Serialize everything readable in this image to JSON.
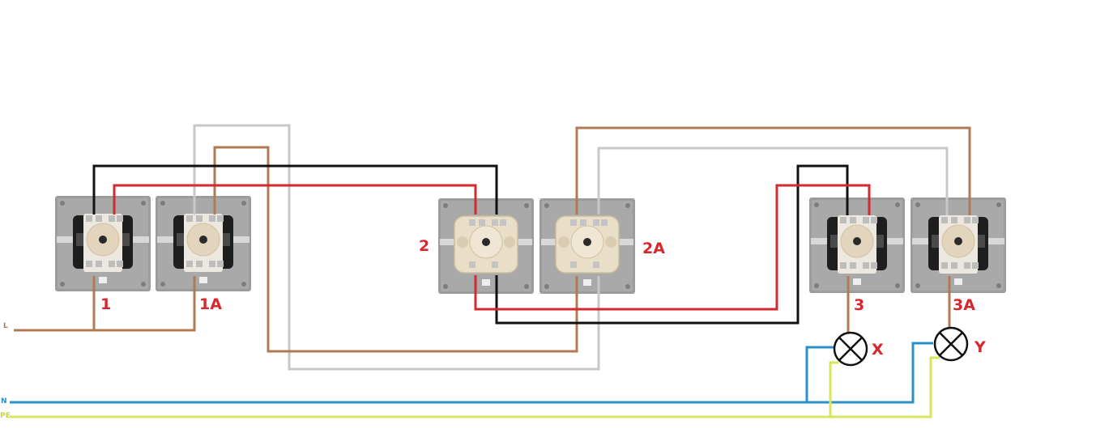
{
  "switches": [
    {
      "id": "sw1",
      "label": "1",
      "kind": "light"
    },
    {
      "id": "sw1a",
      "label": "1A",
      "kind": "light"
    },
    {
      "id": "sw2",
      "label": "2",
      "kind": "cream"
    },
    {
      "id": "sw2a",
      "label": "2A",
      "kind": "cream"
    },
    {
      "id": "sw3",
      "label": "3",
      "kind": "light"
    },
    {
      "id": "sw3a",
      "label": "3A",
      "kind": "light"
    }
  ],
  "lamps": [
    {
      "id": "lampX",
      "label": "X"
    },
    {
      "id": "lampY",
      "label": "Y"
    }
  ],
  "supply": {
    "live": "L",
    "neutral": "N",
    "earth": "PE"
  },
  "colors": {
    "live_brown": "#b07a55",
    "black": "#111111",
    "red": "#d12a2f",
    "grey": "#c8c8c8",
    "neutral_blue": "#2a90c8",
    "earth_yellow": "#d7e65a",
    "label_red": "#d8262e"
  }
}
